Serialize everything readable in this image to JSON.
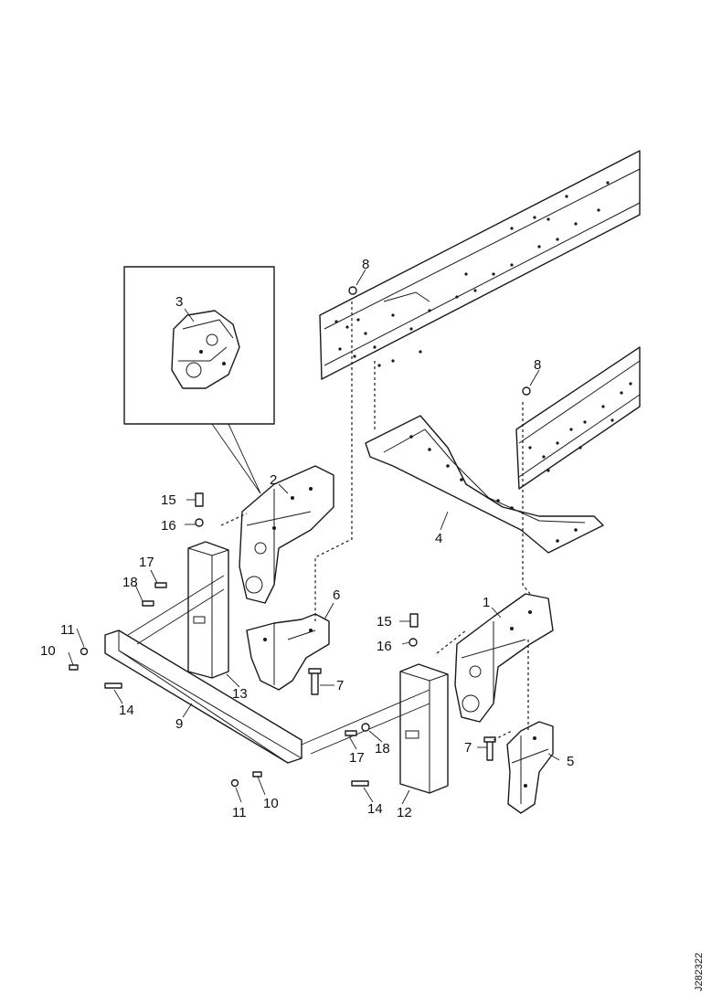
{
  "callouts": {
    "c1": "1",
    "c2": "2",
    "c3": "3",
    "c4": "4",
    "c5": "5",
    "c6": "6",
    "c7a": "7",
    "c7b": "7",
    "c8a": "8",
    "c8b": "8",
    "c9": "9",
    "c10a": "10",
    "c10b": "10",
    "c11a": "11",
    "c11b": "11",
    "c12": "12",
    "c13": "13",
    "c14a": "14",
    "c14b": "14",
    "c15a": "15",
    "c15b": "15",
    "c16a": "16",
    "c16b": "16",
    "c17a": "17",
    "c17b": "17",
    "c18a": "18",
    "c18b": "18"
  },
  "document_id": "J282322"
}
